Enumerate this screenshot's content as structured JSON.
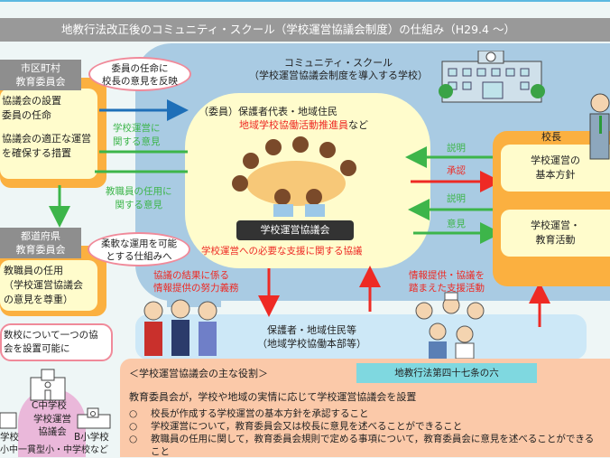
{
  "header": {
    "title": "地教行法改正後のコミュニティ・スクール（学校運営協議会制度）の仕組み（H29.4 ～）"
  },
  "community_school": {
    "title": "コミュニティ・スクール",
    "subtitle": "（学校運営協議会制度を導入する学校）"
  },
  "municipal_board": {
    "label_line1": "市区町村",
    "label_line2": "教育委員会",
    "items": [
      "協議会の設置",
      "委員の任命",
      "協議会の適正な運営",
      "を確保する措置"
    ]
  },
  "prefectural_board": {
    "label_line1": "都道府県",
    "label_line2": "教育委員会",
    "items": [
      "教職員の任用",
      "（学校運営協議会",
      "の意見を尊重）"
    ]
  },
  "bubbles": {
    "appointment_line1": "委員の任命に",
    "appointment_line2": "校長の意見を反映",
    "flexible_line1": "柔軟な運用を可能",
    "flexible_line2": "とする仕組みへ",
    "multi_line1": "数校について一つの協",
    "multi_line2": "会を設置可能に"
  },
  "arrows": {
    "school_ops_line1": "学校運営に",
    "school_ops_line2": "関する意見",
    "staff_line1": "教職員の任用に",
    "staff_line2": "関する意見",
    "explain1": "説明",
    "approve": "承認",
    "explain2": "説明",
    "opinion": "意見",
    "info_line1": "協議の結果に係る",
    "info_line2": "情報提供の努力義務",
    "support_line1": "情報提供・協議を",
    "support_line2": "踏まえた支援活動"
  },
  "council": {
    "members_line1": "（委員）保護者代表・地域住民",
    "members_line2_red": "地域学校協働活動推進員",
    "members_line2_suffix": "など",
    "name": "学校運営協議会",
    "support": "学校運営への必要な支援に関する協議"
  },
  "principal": {
    "label": "校長",
    "box1_line1": "学校運営の",
    "box1_line2": "基本方針",
    "box2_line1": "学校運営・",
    "box2_line2": "教育活動"
  },
  "community": {
    "line1": "保護者・地域住民等",
    "line2": "（地域学校協働本部等）"
  },
  "schools": {
    "c": "C中学校",
    "council_line1": "学校運営",
    "council_line2": "協議会",
    "b": "B小学校",
    "a": "学校",
    "footer": "小中一貫型小・中学校など"
  },
  "roles": {
    "title": "＜学校運営協議会の主な役割＞",
    "law": "地教行法第四十七条の六",
    "intro": "教育委員会が，学校や地域の実情に応じて学校運営協議会を設置",
    "items": [
      "校長が作成する学校運営の基本方針を承認すること",
      "学校運営について，教育委員会又は校長に意見を述べることができること",
      "教職員の任用に関して，教育委員会規則で定める事項について，教育委員会に意見を述べることができること"
    ],
    "bullet": "○"
  }
}
